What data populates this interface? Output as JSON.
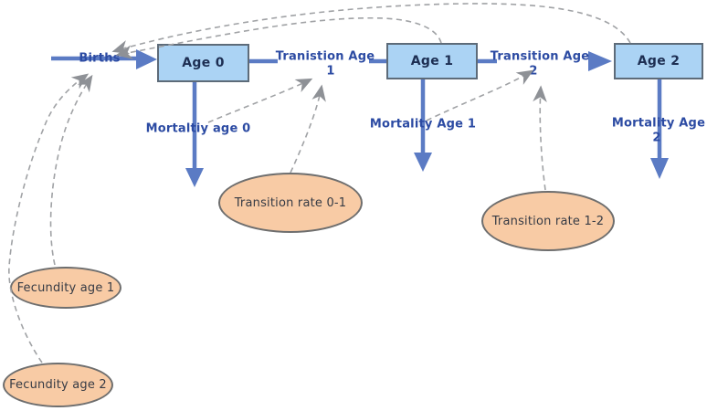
{
  "colors": {
    "bg": "#FFFFFF",
    "stock-fill": "#ABD3F4",
    "stock-border": "#5D6B79",
    "stock-text": "#1D2E52",
    "flow-blue": "#5B7BC4",
    "label-blue": "#2C4BA3",
    "aux-fill": "#F8CBA5",
    "aux-border": "#6E6E6E",
    "aux-text": "#363B45",
    "link-gray": "#A0A2A5",
    "link-head": "#8E9196"
  },
  "diagram": {
    "type": "stock-and-flow population age model",
    "stocks": [
      {
        "label": "Age 0"
      },
      {
        "label": "Age 1"
      },
      {
        "label": "Age 2"
      }
    ],
    "flows": [
      {
        "label": "Births"
      },
      {
        "line1": "Tranistion Age",
        "line2": "1"
      },
      {
        "line1": "Transition Age",
        "line2": "2"
      },
      {
        "label": "Mortaltiy age 0"
      },
      {
        "label": "Mortality Age 1"
      },
      {
        "line1": "Mortality Age",
        "line2": "2"
      }
    ],
    "auxiliaries": [
      {
        "label": "Transition rate 0-1"
      },
      {
        "label": "Transition rate 1-2"
      },
      {
        "label": "Fecundity age 1"
      },
      {
        "label": "Fecundity age 2"
      }
    ],
    "influence_links": [
      {
        "from": "Age 1",
        "to": "Births"
      },
      {
        "from": "Age 2",
        "to": "Births"
      },
      {
        "from": "Fecundity age 1",
        "to": "Births"
      },
      {
        "from": "Fecundity age 2",
        "to": "Births"
      },
      {
        "from": "Age 0",
        "to": "Tranistion Age 1"
      },
      {
        "from": "Transition rate 0-1",
        "to": "Tranistion Age 1"
      },
      {
        "from": "Age 1",
        "to": "Transition Age 2"
      },
      {
        "from": "Transition rate 1-2",
        "to": "Transition Age 2"
      }
    ]
  }
}
